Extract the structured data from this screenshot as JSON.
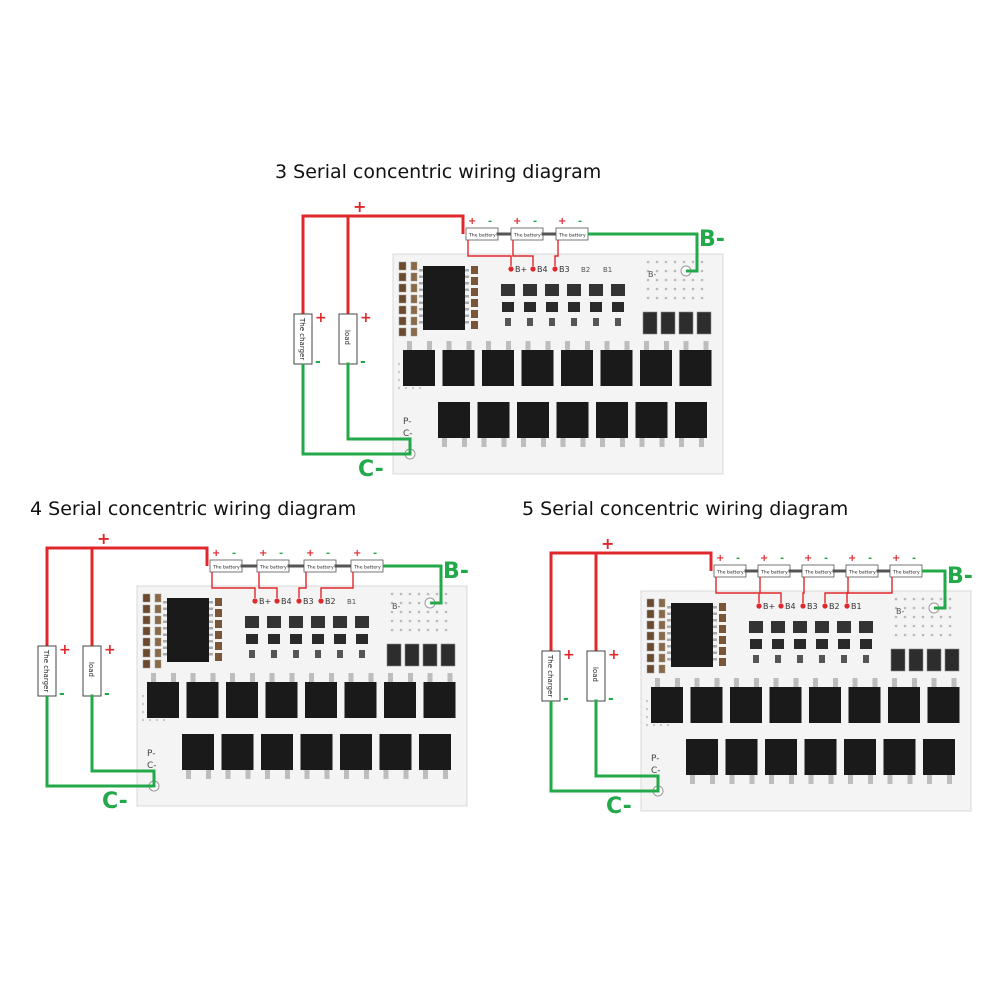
{
  "diagrams": [
    {
      "id": "3s",
      "title": "3 Serial concentric wiring diagram",
      "battery_count": 3,
      "pad_labels": [
        "B+",
        "B4",
        "B3"
      ],
      "extra_pad_labels": [
        "B2",
        "B1"
      ],
      "b_minus_board": "B-",
      "p_minus": "P-",
      "c_minus_board": "C-"
    },
    {
      "id": "4s",
      "title": "4 Serial concentric wiring diagram",
      "battery_count": 4,
      "pad_labels": [
        "B+",
        "B4",
        "B3",
        "B2"
      ],
      "extra_pad_labels": [
        "B1"
      ],
      "b_minus_board": "B-",
      "p_minus": "P-",
      "c_minus_board": "C-"
    },
    {
      "id": "5s",
      "title": "5 Serial concentric wiring diagram",
      "battery_count": 5,
      "pad_labels": [
        "B+",
        "B4",
        "B3",
        "B2",
        "B1"
      ],
      "extra_pad_labels": [],
      "b_minus_board": "B-",
      "p_minus": "P-",
      "c_minus_board": "C-"
    }
  ],
  "labels": {
    "battery": "The battery",
    "charger": "The charger",
    "load": "load",
    "plus": "+",
    "minus": "-",
    "b_minus": "B-",
    "c_minus": "C-"
  },
  "colors": {
    "positive_wire": "#e0282c",
    "negative_wire": "#23a84a",
    "board": "#f4f4f4",
    "component": "#1a1a1a"
  }
}
